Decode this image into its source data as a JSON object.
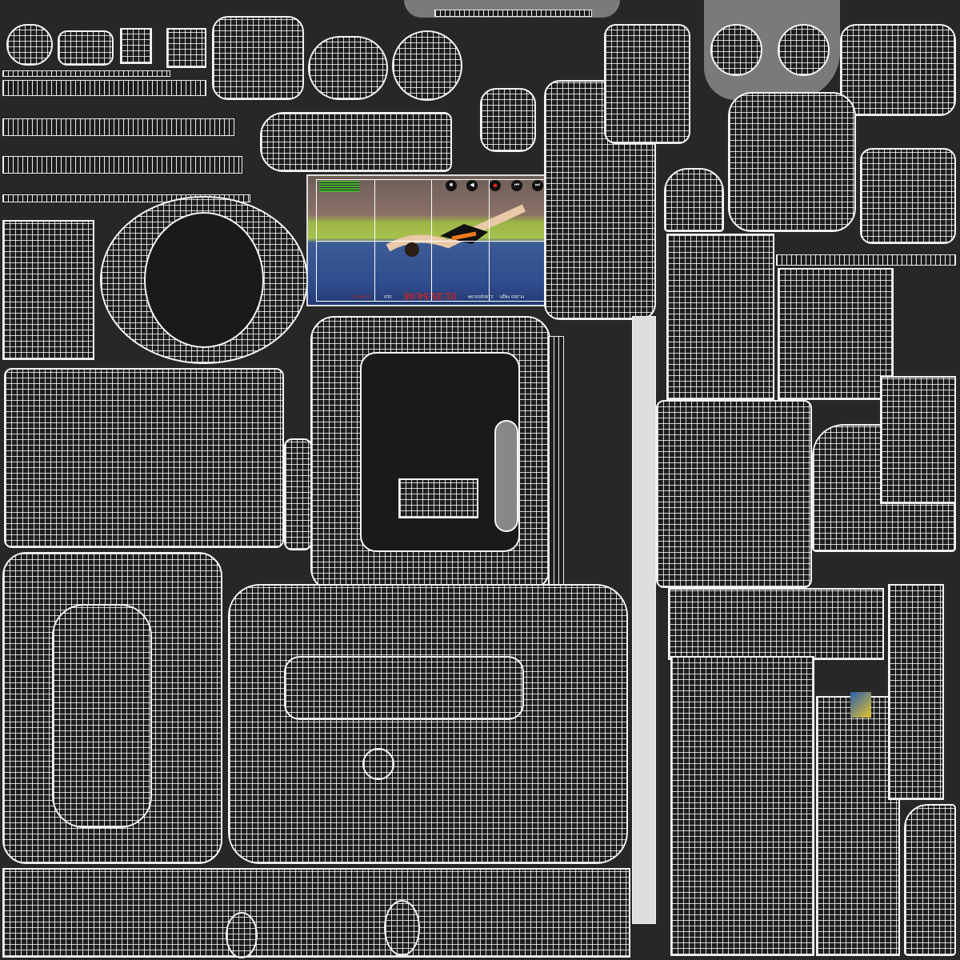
{
  "texture": {
    "background": "#272727",
    "wire": "#f4f4f4"
  },
  "monitor": {
    "timecode": "01:35:54:08",
    "codec": "H.265 High",
    "format": "2160p59.94",
    "source": "SDI",
    "card": "31:44:15",
    "buttons": [
      "stop",
      "play-reverse",
      "record",
      "skip-back",
      "skip-forward"
    ],
    "record_color": "#d9241c"
  }
}
